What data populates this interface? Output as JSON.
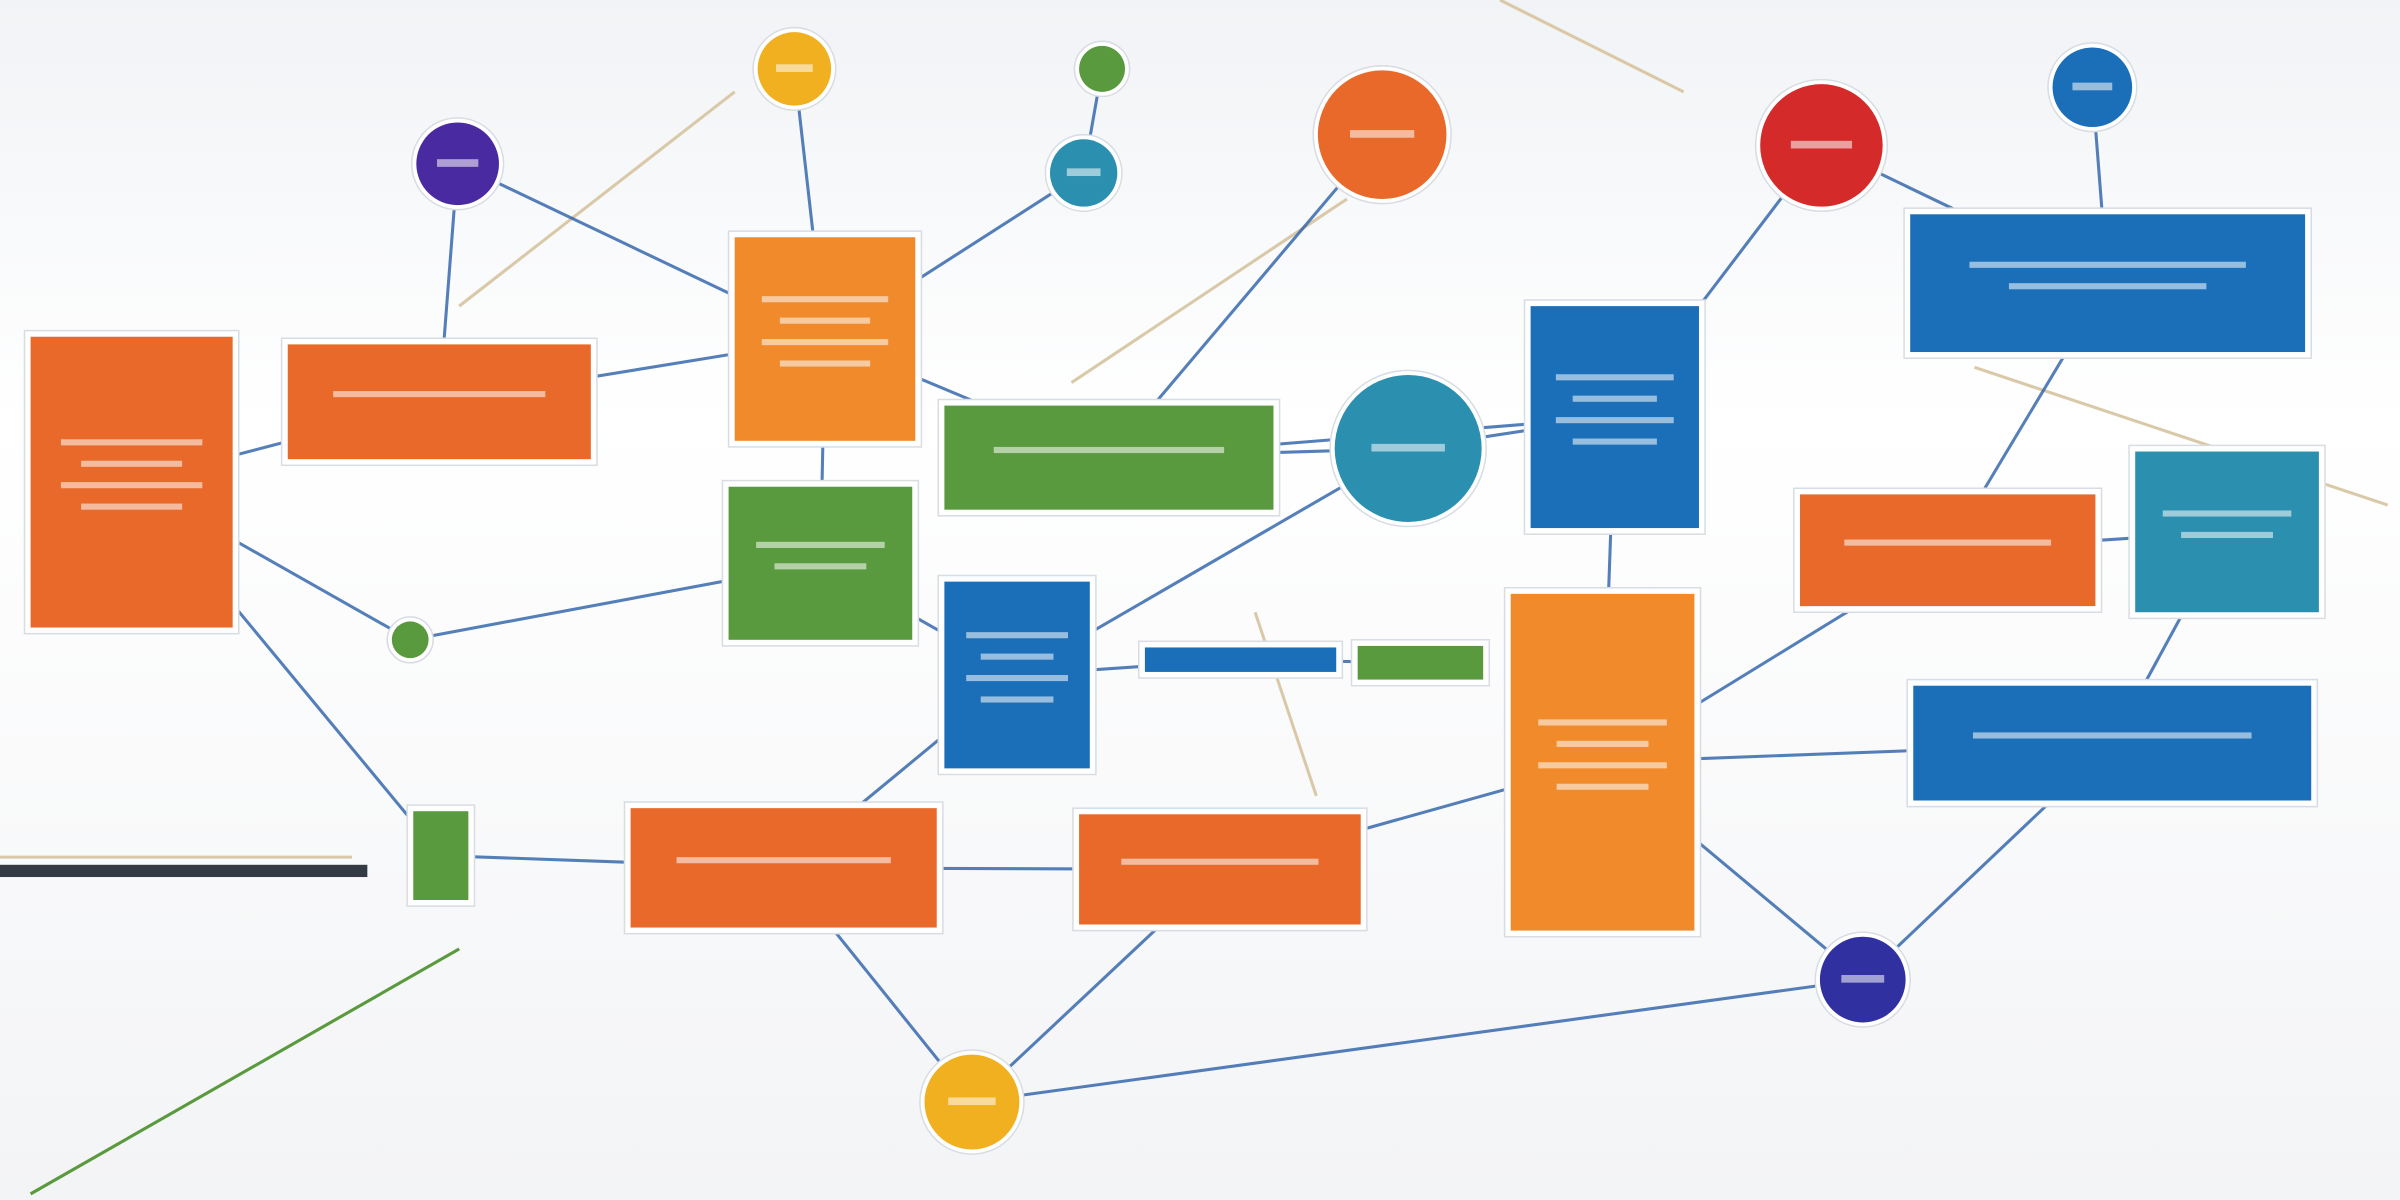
{
  "diagram": {
    "colors": {
      "orange": "#e8692a",
      "light_orange": "#f08a2a",
      "green": "#5a9a3e",
      "blue": "#1a6fb8",
      "teal": "#2b8fb0",
      "red": "#d42a2a",
      "purple": "#4a2aa0",
      "gold": "#f0b020",
      "navy": "#3030a0",
      "edge": "#2a5fa8",
      "faint_edge": "#d9c9a8"
    },
    "nodes": [
      {
        "shape": "rect",
        "color": "orange"
      },
      {
        "shape": "rect",
        "color": "orange"
      },
      {
        "shape": "rect",
        "color": "light_orange"
      },
      {
        "shape": "rect",
        "color": "green"
      },
      {
        "shape": "rect",
        "color": "green"
      },
      {
        "shape": "rect",
        "color": "blue"
      },
      {
        "shape": "rect",
        "color": "orange"
      },
      {
        "shape": "rect",
        "color": "orange"
      },
      {
        "shape": "rect",
        "color": "blue"
      },
      {
        "shape": "rect",
        "color": "blue"
      },
      {
        "shape": "rect",
        "color": "orange"
      },
      {
        "shape": "rect",
        "color": "light_orange"
      },
      {
        "shape": "rect",
        "color": "blue"
      },
      {
        "shape": "circle",
        "color": "teal"
      },
      {
        "shape": "circle",
        "color": "orange"
      },
      {
        "shape": "circle",
        "color": "red"
      },
      {
        "shape": "circle",
        "color": "blue"
      },
      {
        "shape": "circle",
        "color": "purple"
      },
      {
        "shape": "circle",
        "color": "gold"
      },
      {
        "shape": "circle",
        "color": "green"
      },
      {
        "shape": "circle",
        "color": "teal"
      },
      {
        "shape": "circle",
        "color": "gold"
      },
      {
        "shape": "circle",
        "color": "navy"
      },
      {
        "shape": "circle",
        "color": "green"
      },
      {
        "shape": "rect",
        "color": "blue"
      },
      {
        "shape": "rect",
        "color": "green"
      },
      {
        "shape": "rect",
        "color": "teal"
      },
      {
        "shape": "rect",
        "color": "green"
      }
    ]
  }
}
